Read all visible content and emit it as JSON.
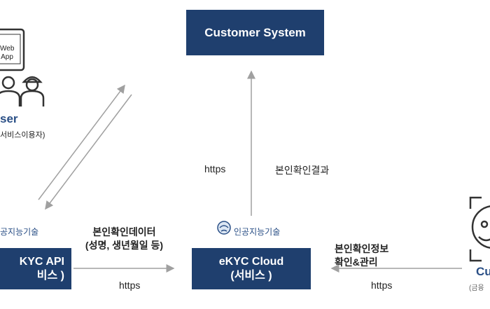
{
  "customer_system": {
    "label": "Customer System"
  },
  "user": {
    "device_label_line1": "Web",
    "device_label_line2": "App",
    "name_partial": "ser",
    "sub_partial": "서비스이용자)"
  },
  "ekyc_api": {
    "tag": "공지능기술",
    "line1": "KYC API",
    "line2": "비스 )"
  },
  "ekyc_cloud": {
    "tag": "인공지능기술",
    "line1": "eKYC Cloud",
    "line2": "(서비스 )"
  },
  "customer_right": {
    "name_partial": "Cu",
    "sub_partial": "(금융"
  },
  "edges": {
    "api_to_cloud_label_line1": "본인확인데이터",
    "api_to_cloud_label_line2": "(성명, 생년월일 등)",
    "api_cloud_protocol": "https",
    "cloud_to_system_protocol": "https",
    "cloud_to_system_label": "본인확인결과",
    "right_to_cloud_label_line1": "본인확인정보",
    "right_to_cloud_label_line2": "확인&관리",
    "right_cloud_protocol": "https"
  },
  "colors": {
    "box_fill": "#1f3f6e",
    "accent_text": "#2a4f86",
    "arrow": "#a0a0a0"
  }
}
